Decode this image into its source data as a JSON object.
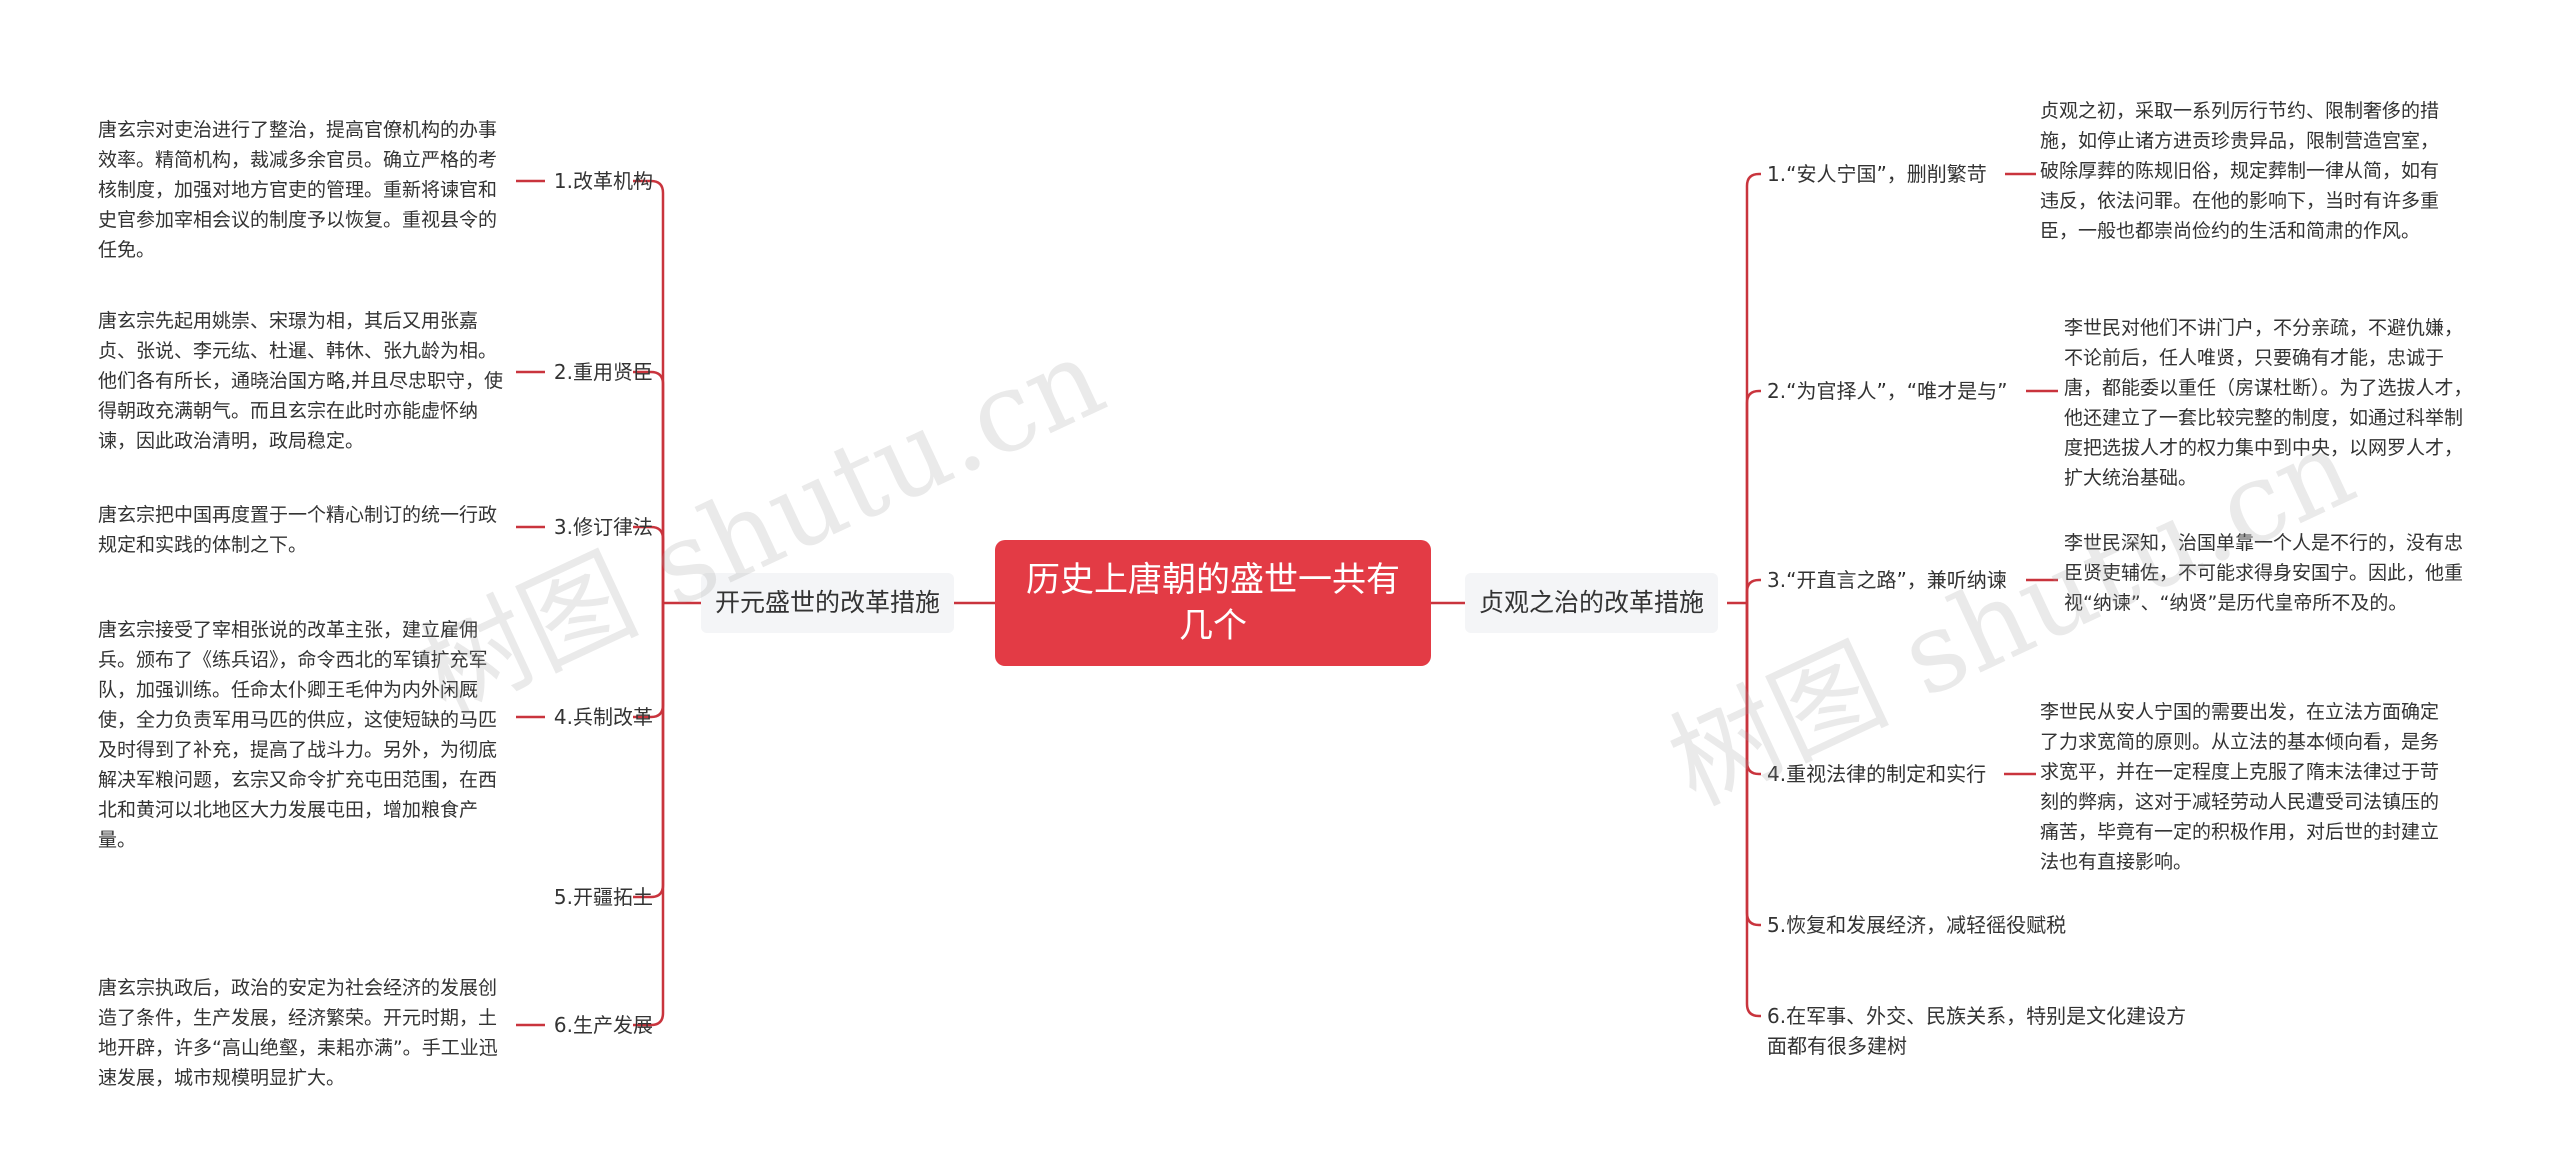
{
  "root": {
    "title": "历史上唐朝的盛世一共有几个"
  },
  "left": {
    "label": "开元盛世的改革措施",
    "items": [
      {
        "label": "1.改革机构",
        "desc": "唐玄宗对吏治进行了整治，提高官僚机构的办事效率。精简机构，裁减多余官员。确立严格的考核制度，加强对地方官吏的管理。重新将谏官和史官参加宰相会议的制度予以恢复。重视县令的任免。"
      },
      {
        "label": "2.重用贤臣",
        "desc": "唐玄宗先起用姚崇、宋璟为相，其后又用张嘉贞、张说、李元纮、杜暹、韩休、张九龄为相。他们各有所长，通晓治国方略,并且尽忠职守，使得朝政充满朝气。而且玄宗在此时亦能虚怀纳谏，因此政治清明，政局稳定。"
      },
      {
        "label": "3.修订律法",
        "desc": "唐玄宗把中国再度置于一个精心制订的统一行政规定和实践的体制之下。"
      },
      {
        "label": "4.兵制改革",
        "desc": "唐玄宗接受了宰相张说的改革主张，建立雇佣兵。颁布了《练兵诏》，命令西北的军镇扩充军队，加强训练。任命太仆卿王毛仲为内外闲厩使，全力负责军用马匹的供应，这使短缺的马匹及时得到了补充，提高了战斗力。另外，为彻底解决军粮问题，玄宗又命令扩充屯田范围，在西北和黄河以北地区大力发展屯田，增加粮食产量。"
      },
      {
        "label": "5.开疆拓土",
        "desc": ""
      },
      {
        "label": "6.生产发展",
        "desc": "唐玄宗执政后，政治的安定为社会经济的发展创造了条件，生产发展，经济繁荣。开元时期，土地开辟，许多“高山绝壑，耒耜亦满”。手工业迅速发展，城市规模明显扩大。"
      }
    ]
  },
  "right": {
    "label": "贞观之治的改革措施",
    "items": [
      {
        "label": "1.“安人宁国”，删削繁苛",
        "desc": "贞观之初，采取一系列厉行节约、限制奢侈的措施，如停止诸方进贡珍贵异品，限制营造宫室，破除厚葬的陈规旧俗，规定葬制一律从简，如有违反，依法问罪。在他的影响下，当时有许多重臣，一般也都崇尚俭约的生活和简肃的作风。"
      },
      {
        "label": "2.“为官择人”，“唯才是与”",
        "desc": "李世民对他们不讲门户，不分亲疏，不避仇嫌，不论前后，任人唯贤，只要确有才能，忠诚于唐，都能委以重任（房谋杜断）。为了选拔人才，他还建立了一套比较完整的制度，如通过科举制度把选拔人才的权力集中到中央，以网罗人才，扩大统治基础。"
      },
      {
        "label": "3.“开直言之路”，兼听纳谏",
        "desc": "李世民深知，治国单靠一个人是不行的，没有忠臣贤吏辅佐，不可能求得身安国宁。因此，他重视“纳谏”、“纳贤”是历代皇帝所不及的。"
      },
      {
        "label": "4.重视法律的制定和实行",
        "desc": "李世民从安人宁国的需要出发，在立法方面确定了力求宽简的原则。从立法的基本倾向看，是务求宽平，并在一定程度上克服了隋末法律过于苛刻的弊病，这对于减轻劳动人民遭受司法镇压的痛苦，毕竟有一定的积极作用，对后世的封建立法也有直接影响。"
      },
      {
        "label": "5.恢复和发展经济，减轻徭役赋税",
        "desc": ""
      },
      {
        "label": "6.在军事、外交、民族关系，特别是文化建设方面都有很多建树",
        "desc": ""
      }
    ]
  },
  "watermark": {
    "text": "树图 shutu.cn"
  },
  "colors": {
    "accent": "#e33b45",
    "line": "#c9343d"
  }
}
